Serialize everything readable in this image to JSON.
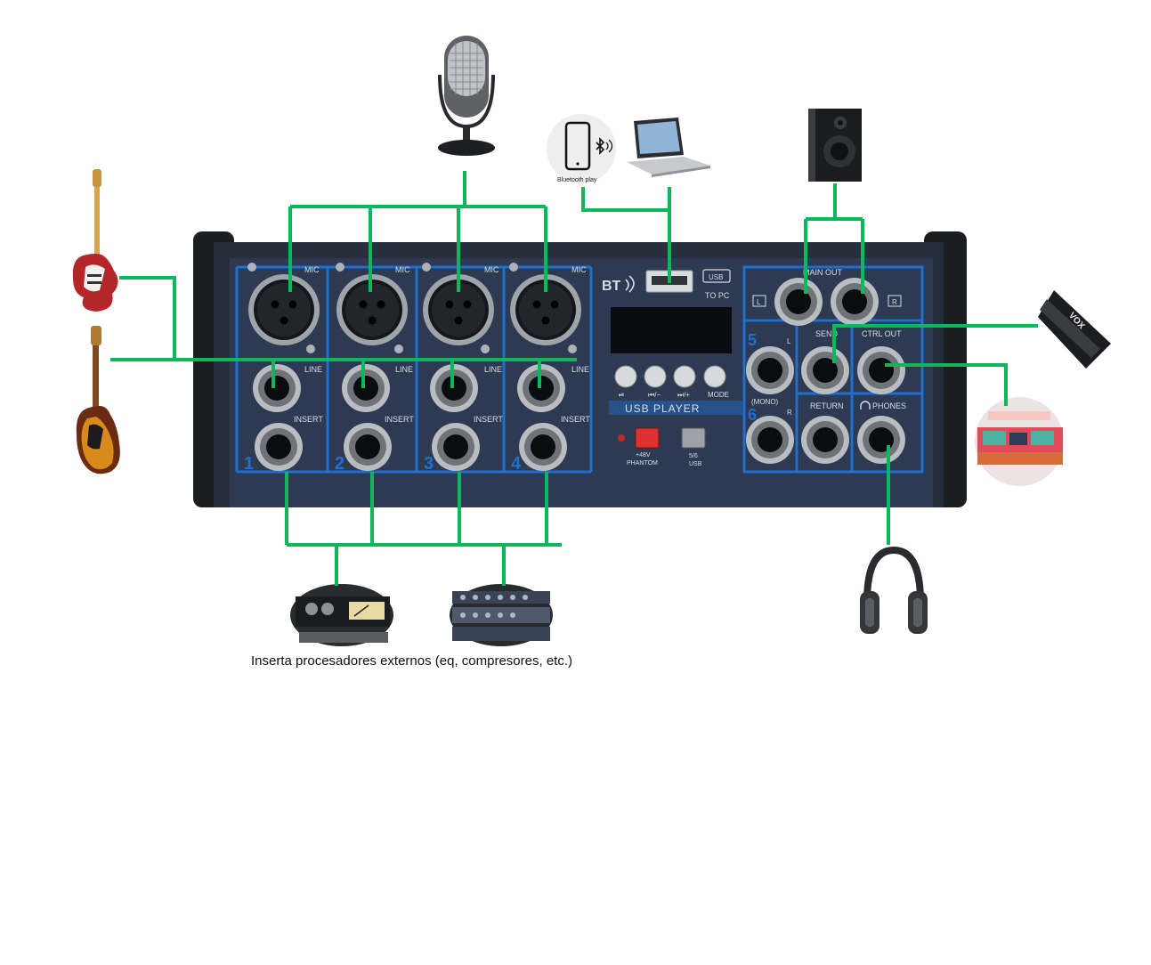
{
  "mixer": {
    "channels": [
      {
        "number": "1",
        "mic": "MIC",
        "line": "LINE",
        "insert": "INSERT"
      },
      {
        "number": "2",
        "mic": "MIC",
        "line": "LINE",
        "insert": "INSERT"
      },
      {
        "number": "3",
        "mic": "MIC",
        "line": "LINE",
        "insert": "INSERT"
      },
      {
        "number": "4",
        "mic": "MIC",
        "line": "LINE",
        "insert": "INSERT"
      }
    ],
    "bt_label": "BT",
    "usb_badge": "USB",
    "usb_to_pc": "TO PC",
    "usb_player": "USB PLAYER",
    "player_buttons": [
      "⏯",
      "⏮/−",
      "⏭/+",
      "MODE"
    ],
    "phantom_label": "+48V\nPHANTOM",
    "phantom_line1": "+48V",
    "phantom_line2": "PHANTOM",
    "mode_switch_line1": "5/6",
    "mode_switch_line2": "USB",
    "main_out": "MAIN OUT",
    "main_l": "L",
    "main_r": "R",
    "ch5": "5",
    "ch6": "6",
    "ch5_l": "L",
    "ch6_r": "R",
    "mono": "(MONO)",
    "send": "SEND",
    "ctrl_out": "CTRL OUT",
    "return": "RETURN",
    "phones": "PHONES"
  },
  "devices": {
    "bluetooth_caption": "Bluetooth play"
  },
  "caption": "Inserta procesadores externos (eq, compresores, etc.)",
  "colors": {
    "wire": "#0db85a",
    "panel": "#2b3a55",
    "accent": "#1f6fd0",
    "body": "#1d1f24"
  }
}
